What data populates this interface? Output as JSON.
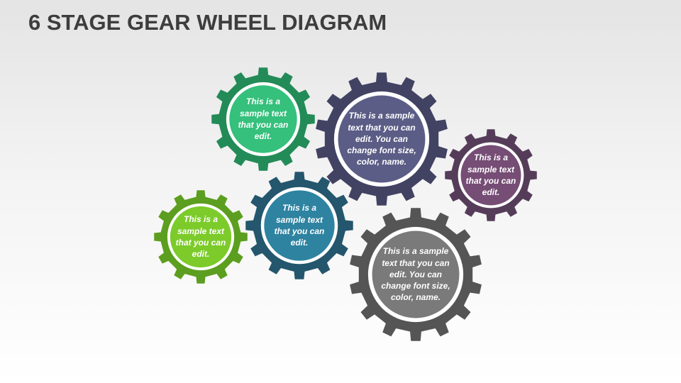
{
  "title": "6 STAGE GEAR WHEEL DIAGRAM",
  "gears": [
    {
      "id": "green-dark",
      "text": "This is a sample text that you can edit.",
      "ring_color": "#238b57",
      "face_color": "#35c07c"
    },
    {
      "id": "navy",
      "text": "This is a sample text that you can edit. You can change font size, color, name.",
      "ring_color": "#424263",
      "face_color": "#5b5d86"
    },
    {
      "id": "purple",
      "text": "This is a sample text that you can edit.",
      "ring_color": "#553d59",
      "face_color": "#764d75"
    },
    {
      "id": "lime",
      "text": "This is a sample text that you can edit.",
      "ring_color": "#5c9e1f",
      "face_color": "#7ccb2a"
    },
    {
      "id": "teal",
      "text": "This is a sample text that you can edit.",
      "ring_color": "#24566d",
      "face_color": "#2e83a1"
    },
    {
      "id": "gray",
      "text": "This is a sample text that you can edit. You can change font size, color, name.",
      "ring_color": "#555555",
      "face_color": "#7a7a7a"
    }
  ]
}
